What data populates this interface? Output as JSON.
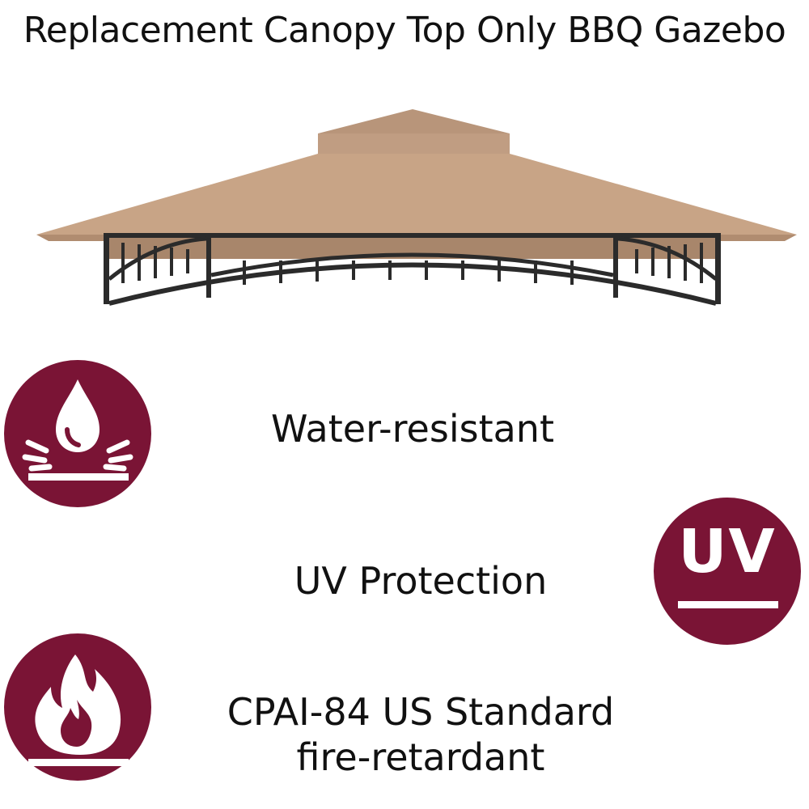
{
  "title": "Replacement Canopy Top Only BBQ Gazebo",
  "colors": {
    "badge": "#7a1435",
    "canopy": "#c8a486",
    "frame": "#2b2b2b"
  },
  "features": [
    {
      "icon": "water-drop-icon",
      "label": "Water-resistant"
    },
    {
      "icon": "uv-icon",
      "label": "UV Protection",
      "badge_text": "UV"
    },
    {
      "icon": "flame-icon",
      "label_lines": [
        "CPAI-84 US Standard",
        "fire-retardant"
      ]
    }
  ]
}
